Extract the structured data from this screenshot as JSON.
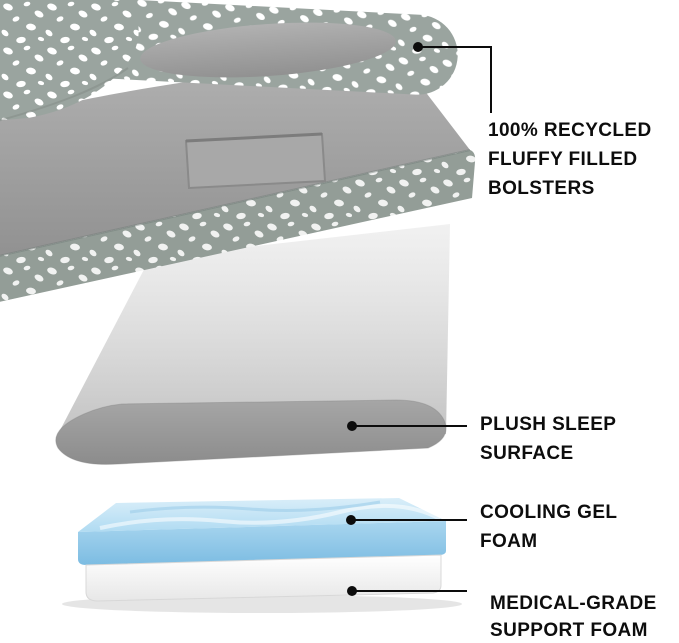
{
  "page": {
    "background": "#ffffff"
  },
  "colors": {
    "fabric_print_base": "#9aa49f",
    "fabric_print_spots": "#ffffff",
    "plush_gray": "#9e9e9e",
    "projection_gray": "#c7c7c7",
    "cooling_gel_blue": "#a9d6ef",
    "support_foam_white": "#fdfdfd",
    "callout_line": "#0c0c0c",
    "label_text": "#0d0d0d"
  },
  "callouts": {
    "bolsters": {
      "lines": [
        "100% RECYCLED",
        "FLUFFY FILLED",
        "BOLSTERS"
      ]
    },
    "sleep_surface": {
      "lines": [
        "PLUSH SLEEP",
        "SURFACE"
      ]
    },
    "cooling_gel": {
      "lines": [
        "COOLING GEL",
        "FOAM"
      ]
    },
    "support_foam": {
      "lines": [
        "MEDICAL-GRADE",
        "SUPPORT FOAM"
      ]
    }
  }
}
